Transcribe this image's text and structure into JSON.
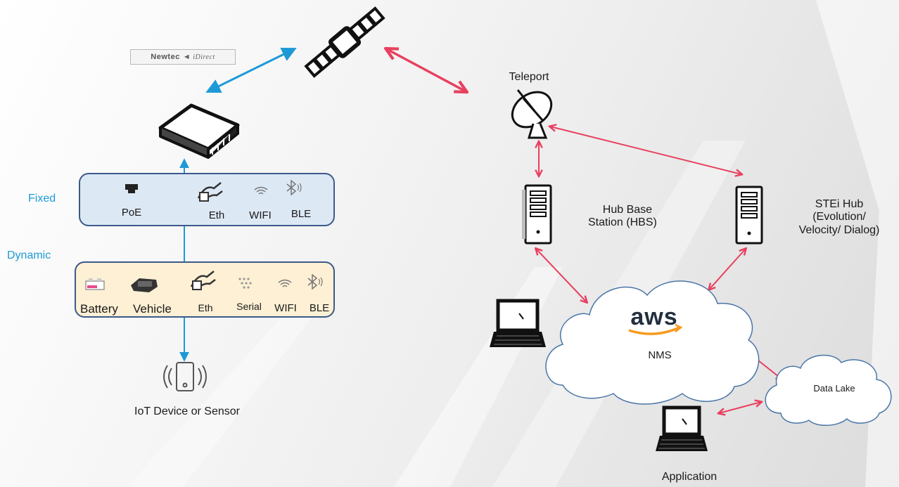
{
  "logo": {
    "brand": "Newtec",
    "partner": "iDirect"
  },
  "groups": {
    "fixed": "Fixed",
    "dynamic": "Dynamic"
  },
  "fixed_items": {
    "poe": "PoE",
    "eth": "Eth",
    "wifi": "WIFI",
    "ble": "BLE"
  },
  "dynamic_items": {
    "battery": "Battery",
    "vehicle": "Vehicle",
    "eth": "Eth",
    "serial": "Serial",
    "wifi": "WIFI",
    "ble": "BLE"
  },
  "iot": {
    "label": "IoT Device or Sensor"
  },
  "teleport": {
    "label": "Teleport"
  },
  "hbs": {
    "line1": "Hub Base",
    "line2": "Station (HBS)"
  },
  "stei": {
    "line1": "STEi  Hub",
    "line2": "(Evolution/",
    "line3": "Velocity/ Dialog)"
  },
  "cloud": {
    "brand": "aws",
    "label": "NMS"
  },
  "datalake": {
    "label": "Data Lake"
  },
  "application": {
    "label": "Application"
  },
  "colors": {
    "blue_link": "#1d9ad6",
    "red_link": "#e8405f",
    "fixed_bg": "#dde8f5",
    "dynamic_bg": "#fdf0d4",
    "panel_border": "#3c5a8a",
    "aws_orange": "#f79a1e"
  }
}
